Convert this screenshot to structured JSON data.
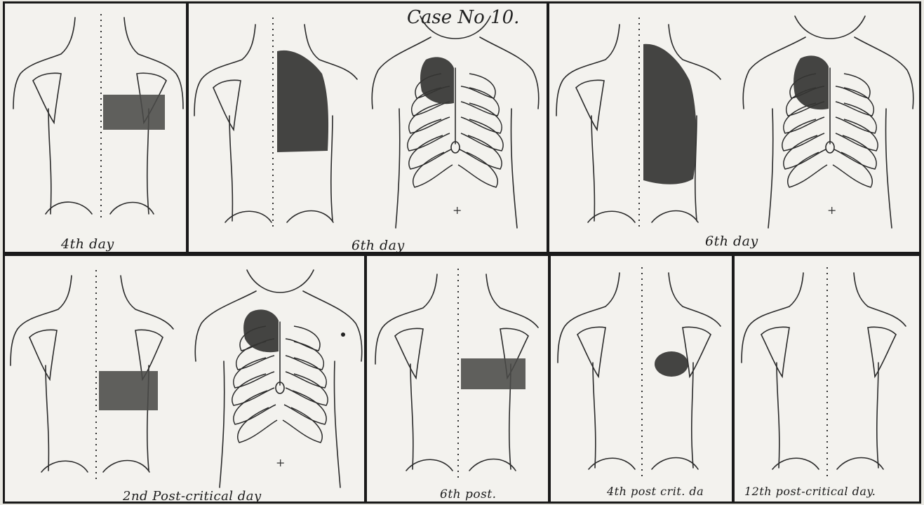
{
  "title": "Case No 10.",
  "panels": [
    {
      "id": "p1",
      "caption": "4th day"
    },
    {
      "id": "p2",
      "caption": "6th day"
    },
    {
      "id": "p3",
      "caption": "6th day"
    },
    {
      "id": "p4",
      "caption": "2nd Post-critical day"
    },
    {
      "id": "p5",
      "caption": "6th post."
    },
    {
      "id": "p6",
      "caption": "4th post crit. da"
    },
    {
      "id": "p7",
      "caption": "12th post-critical day."
    }
  ]
}
